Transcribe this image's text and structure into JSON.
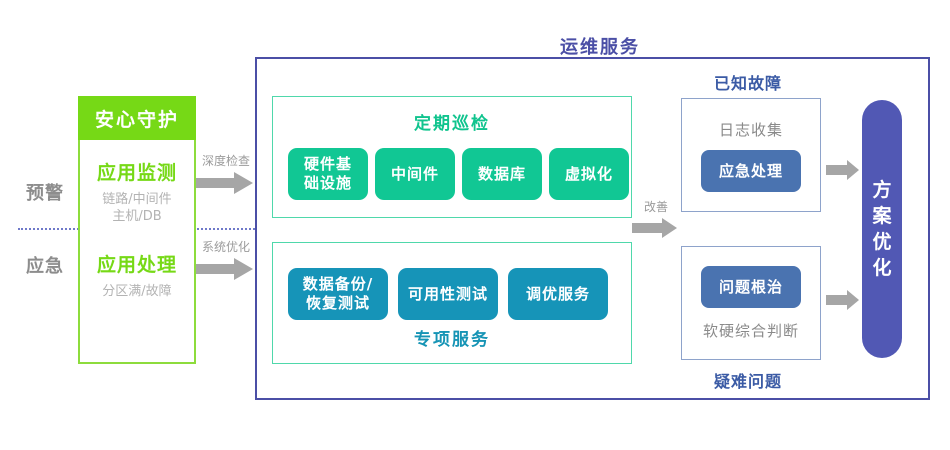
{
  "diagram": {
    "title": "运维服务",
    "stages": [
      {
        "label": "预警"
      },
      {
        "label": "应急"
      }
    ],
    "left_column": {
      "header": "安心守护",
      "blocks": [
        {
          "title": "应用监测",
          "sub_line1": "链路/中间件",
          "sub_line2": "主机/DB"
        },
        {
          "title": "应用处理",
          "sub_line1": "分区满/故障",
          "sub_line2": ""
        }
      ]
    },
    "connectors": [
      {
        "label": "深度检查",
        "icon": "arrow-right-icon"
      },
      {
        "label": "系统优化",
        "icon": "arrow-right-icon"
      },
      {
        "label": "改善",
        "icon": "arrow-right-icon"
      }
    ],
    "panels": [
      {
        "name": "inspection",
        "title": "定期巡检",
        "title_position": "top",
        "accent": "#10c48e",
        "items": [
          {
            "line1": "硬件基",
            "line2": "础设施"
          },
          {
            "line1": "中间件",
            "line2": ""
          },
          {
            "line1": "数据库",
            "line2": ""
          },
          {
            "line1": "虚拟化",
            "line2": ""
          }
        ]
      },
      {
        "name": "special-services",
        "title": "专项服务",
        "title_position": "bottom",
        "accent": "#1694b5",
        "items": [
          {
            "line1": "数据备份/",
            "line2": "恢复测试"
          },
          {
            "line1": "可用性测试",
            "line2": ""
          },
          {
            "line1": "调优服务",
            "line2": ""
          }
        ]
      }
    ],
    "fault_cards": [
      {
        "name": "known-fault",
        "heading": "已知故障",
        "heading_position": "top",
        "text": "日志收集",
        "text_position": "top",
        "chip": "应急处理",
        "arrow_icon": "arrow-right-icon"
      },
      {
        "name": "difficult-problem",
        "heading": "疑难问题",
        "heading_position": "bottom",
        "text": "软硬综合判断",
        "text_position": "bottom",
        "chip": "问题根治",
        "arrow_icon": "arrow-right-icon"
      }
    ],
    "outcome_bar": {
      "chars": [
        "方",
        "案",
        "优",
        "化"
      ],
      "color": "#5158b4"
    },
    "colors": {
      "lime": "#76d916",
      "lime_border": "#8ddc3c",
      "green": "#11c794",
      "green_border": "#4fd8ab",
      "blue": "#1694b8",
      "navy_chip": "#4a73b0",
      "purple": "#4b4fa6",
      "grey_arrow": "#a6a6a6",
      "grey_text": "#9b9b9b",
      "divider": "#6f79c9"
    }
  }
}
